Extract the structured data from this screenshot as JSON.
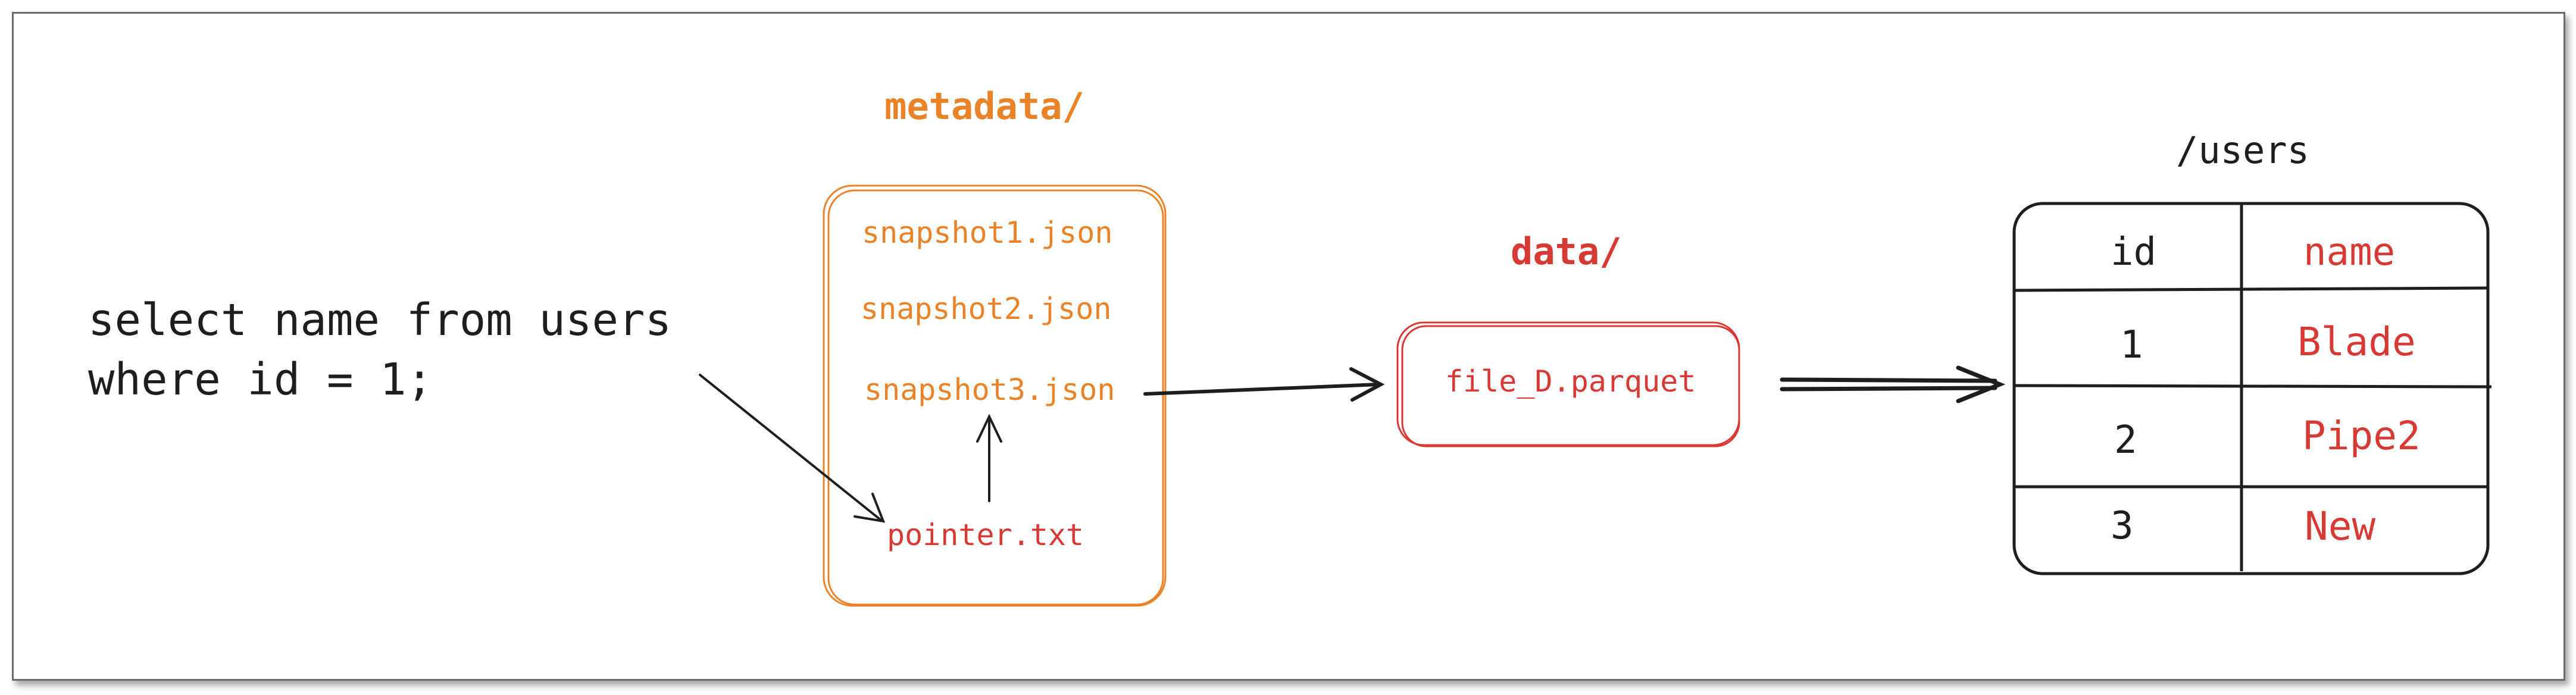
{
  "query": {
    "line1": "select name from users",
    "line2": "where id = 1;"
  },
  "metadata": {
    "folder_label": "metadata/",
    "files": [
      "snapshot1.json",
      "snapshot2.json",
      "snapshot3.json"
    ],
    "pointer": "pointer.txt"
  },
  "data": {
    "folder_label": "data/",
    "file": "file_D.parquet"
  },
  "users_table": {
    "title": "/users",
    "headers": [
      "id",
      "name"
    ],
    "rows": [
      [
        "1",
        "Blade"
      ],
      [
        "2",
        "Pipe2"
      ],
      [
        "3",
        "New"
      ]
    ]
  },
  "colors": {
    "metadata": "#e8832a",
    "data": "#d63a34",
    "ink": "#1e1e1e",
    "frame": "#6b6b6b"
  }
}
